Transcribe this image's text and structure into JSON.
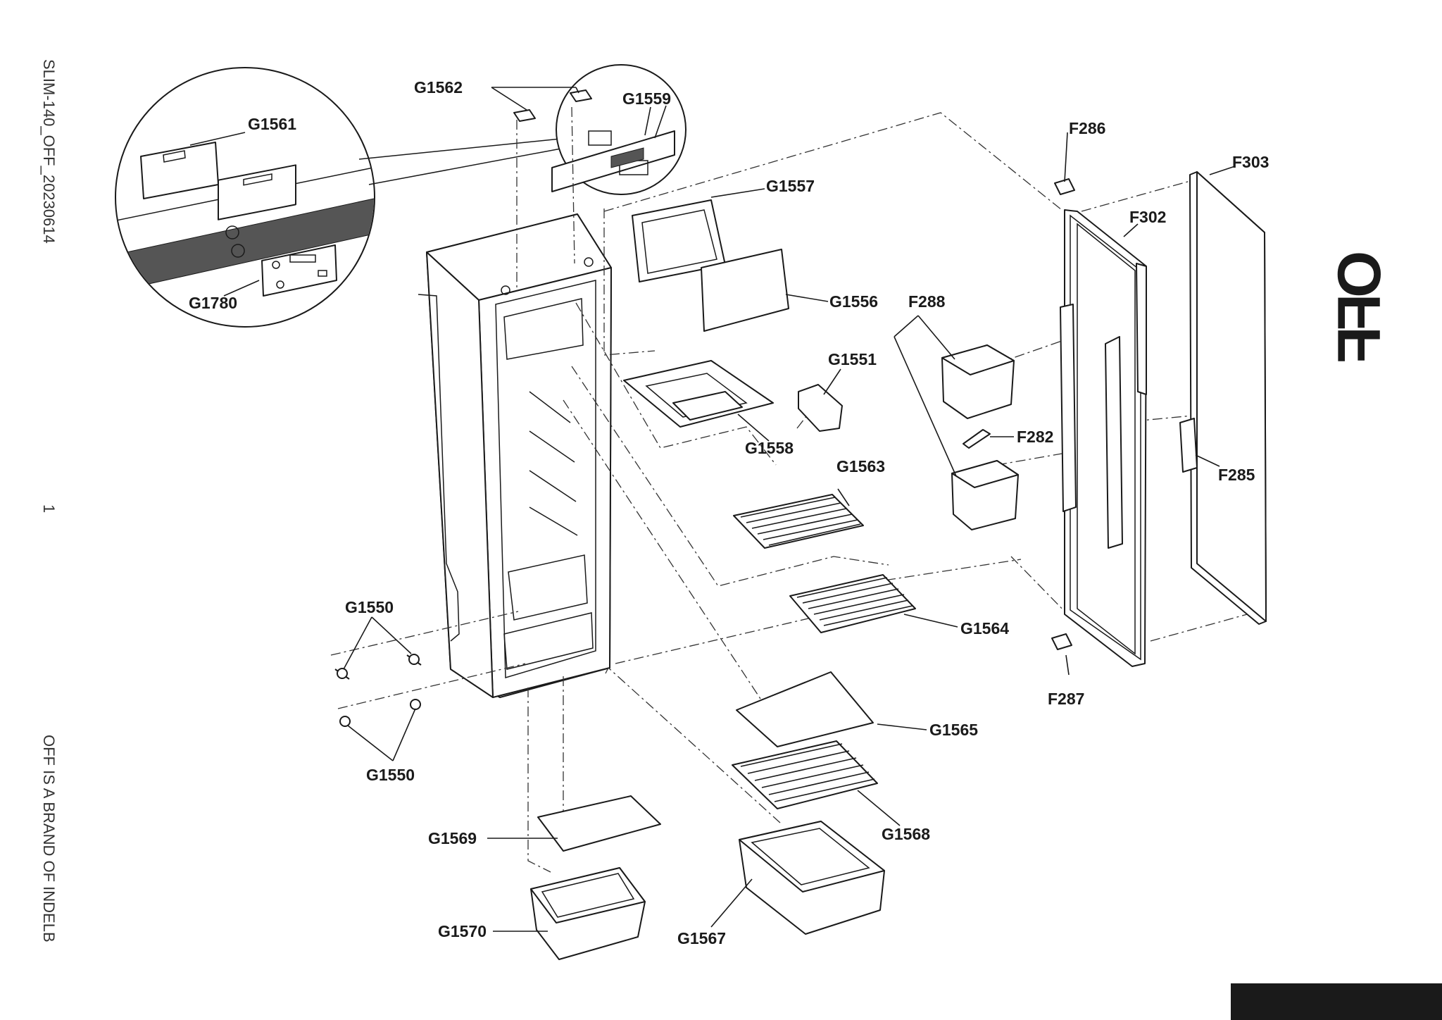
{
  "side_text": {
    "doc_code": "SLIM-140_OFF_20230614",
    "page_number": "1",
    "brand_note": "OFF IS A BRAND OF INDELB"
  },
  "brand": {
    "logo": "OFF"
  },
  "colors": {
    "ink": "#1a1a1a",
    "background": "#ffffff"
  },
  "parts": {
    "G1562": "G1562",
    "G1559": "G1559",
    "G1561": "G1561",
    "G1780": "G1780",
    "G1557": "G1557",
    "G1556": "G1556",
    "G1551": "G1551",
    "G1558": "G1558",
    "G1563": "G1563",
    "G1564": "G1564",
    "G1550_top": "G1550",
    "G1550_bottom": "G1550",
    "G1565": "G1565",
    "G1568": "G1568",
    "G1569": "G1569",
    "G1570": "G1570",
    "G1567": "G1567",
    "F286": "F286",
    "F303": "F303",
    "F302": "F302",
    "F288": "F288",
    "F282": "F282",
    "F285": "F285",
    "F287": "F287"
  }
}
